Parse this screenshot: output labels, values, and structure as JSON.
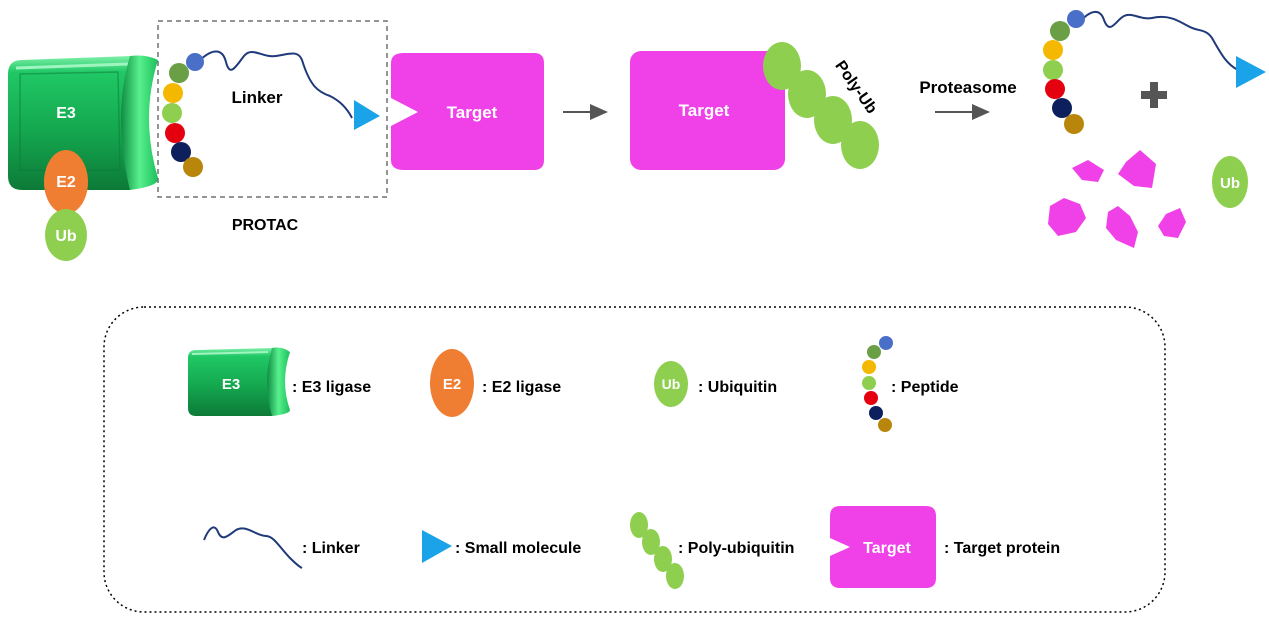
{
  "colors": {
    "e3_green": "#16b85a",
    "e2_orange": "#ef7d32",
    "ub_green": "#8fcf4f",
    "target_magenta": "#f040e8",
    "linker_blue": "#1f3a7a",
    "small_molecule_blue": "#1aa3e8",
    "plus_gray": "#555555",
    "peptide_beads": [
      "#4a6fc8",
      "#6a9f45",
      "#f5b800",
      "#8fcf4f",
      "#e5000f",
      "#0d1f5c",
      "#b8860b"
    ]
  },
  "diagram": {
    "e3_label": "E3",
    "e2_label": "E2",
    "ub_label": "Ub",
    "linker_label": "Linker",
    "protac_label": "PROTAC",
    "target_label": "Target",
    "target_label_2": "Target",
    "poly_ub_label": "Poly-Ub",
    "proteasome_label": "Proteasome",
    "ub_free_label": "Ub",
    "plus_icon": "plus-icon",
    "arrow_icon": "right-arrow-icon"
  },
  "legend": {
    "e3_icon_label": "E3",
    "e3_text": ": E3 ligase",
    "e2_icon_label": "E2",
    "e2_text": ": E2 ligase",
    "ub_icon_label": "Ub",
    "ub_text": ": Ubiquitin",
    "peptide_text": ": Peptide",
    "linker_text": ": Linker",
    "small_molecule_text": ": Small molecule",
    "poly_ub_text": ": Poly-ubiquitin",
    "target_icon_label": "Target",
    "target_text": ": Target protein"
  }
}
